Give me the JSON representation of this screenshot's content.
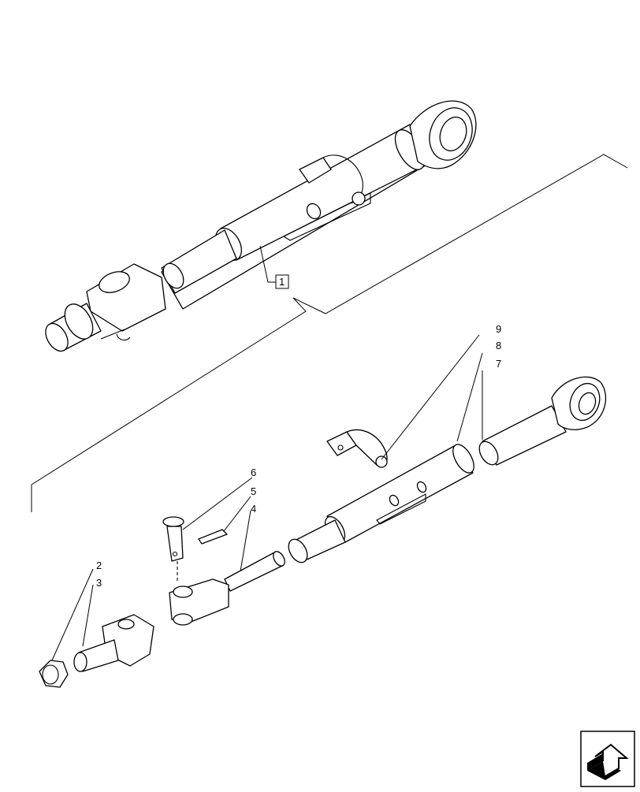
{
  "assembly": {
    "callout": "1"
  },
  "callouts": {
    "c2": "2",
    "c3": "3",
    "c4": "4",
    "c5": "5",
    "c6": "6",
    "c7": "7",
    "c8": "8",
    "c9": "9"
  },
  "nav_icon": "next-page-arrow-icon"
}
